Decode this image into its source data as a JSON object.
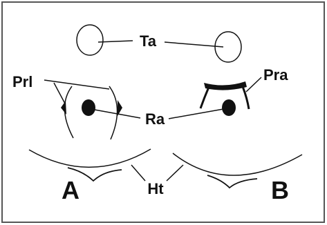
{
  "labels": {
    "ta": "Ta",
    "prl": "Prl",
    "pra": "Pra",
    "ra": "Ra",
    "ht": "Ht",
    "panel_a": "A",
    "panel_b": "B"
  },
  "colors": {
    "ink": "#111111",
    "frame": "#555555",
    "background": "#ffffff"
  }
}
